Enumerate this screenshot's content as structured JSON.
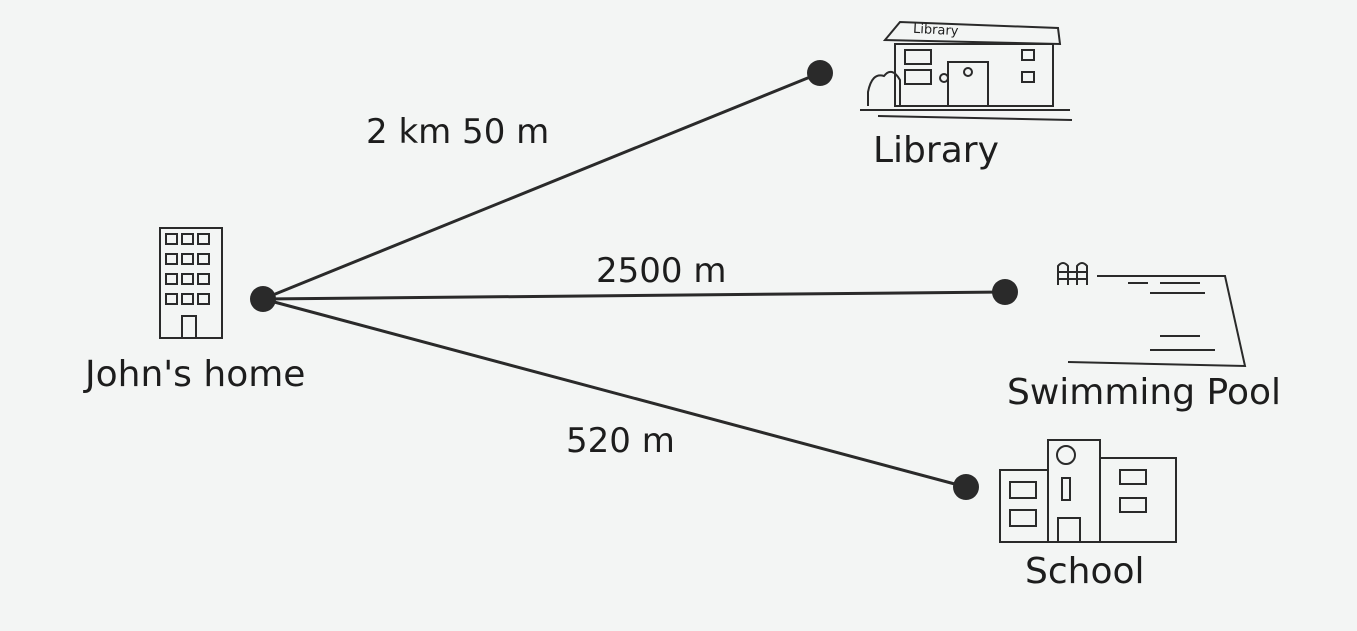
{
  "places": {
    "home": "John's home",
    "library": "Library",
    "library_sign": "Library",
    "pool": "Swimming Pool",
    "school": "School"
  },
  "distances": {
    "library": "2 km 50 m",
    "pool": "2500 m",
    "school": "520 m"
  }
}
